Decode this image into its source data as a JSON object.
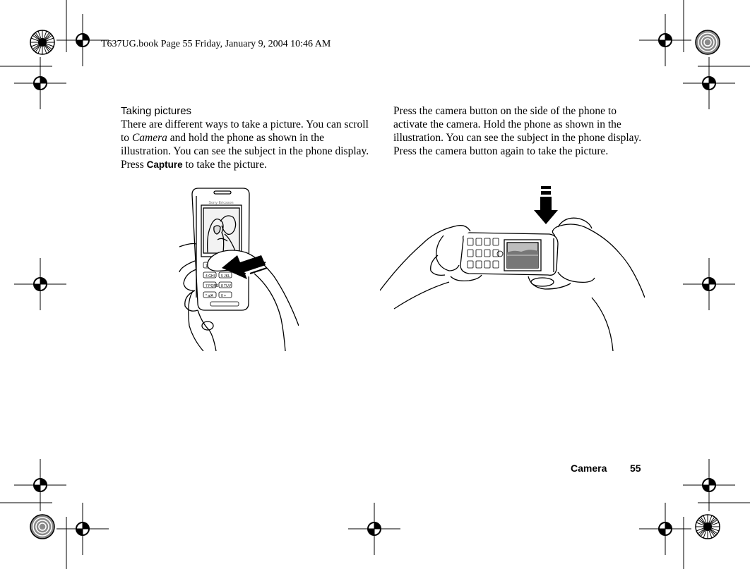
{
  "print_header": "T637UG.book  Page 55  Friday, January 9, 2004  10:46 AM",
  "left_column": {
    "heading": "Taking pictures",
    "text_1": "There are different ways to take a picture. You can scroll to ",
    "menu_item": "Camera",
    "text_2": " and hold the phone as shown in the illustration. You can see the subject in the phone display. Press ",
    "softkey": "Capture",
    "text_3": " to take the picture."
  },
  "right_column": {
    "text": "Press the camera button on the side of the phone to activate the camera. Hold the phone as shown in the illustration. You can see the subject in the phone display. Press the camera button again to take the picture."
  },
  "illustration_1": {
    "brand": "Sony Ericsson",
    "key_labels": [
      "1",
      "4 GHI",
      "5 JKL",
      "7 PQRS",
      "8 TUV",
      "* a/A",
      "0 +"
    ]
  },
  "footer": {
    "section": "Camera",
    "page_number": "55"
  }
}
